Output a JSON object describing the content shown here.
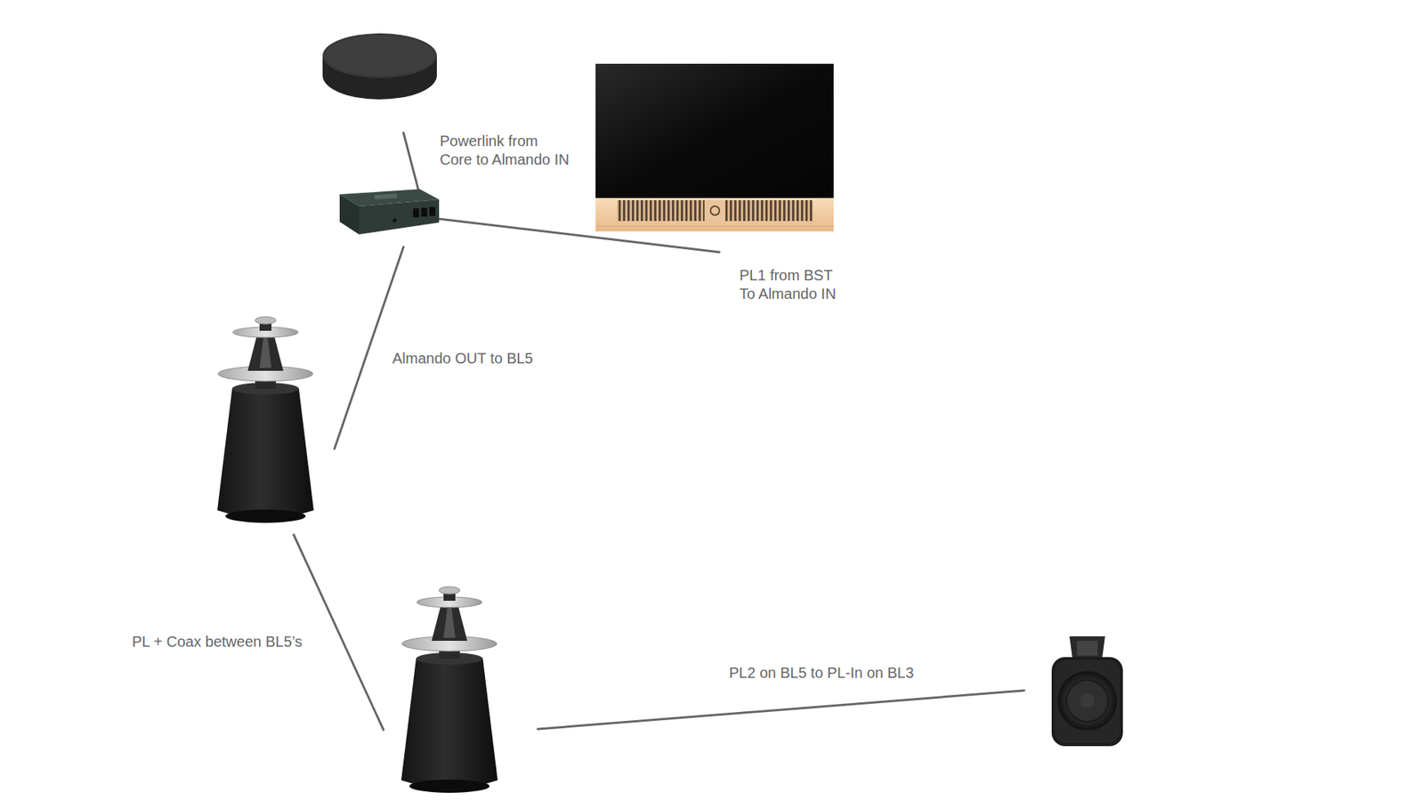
{
  "diagram": {
    "labels": [
      "Powerlink from Core to Almando IN",
      "PL1 from BST To Almando IN",
      "Almando OUT to BL5",
      "PL + Coax between BL5’s",
      "PL2 on BL5 to PL-In on BL3"
    ]
  }
}
